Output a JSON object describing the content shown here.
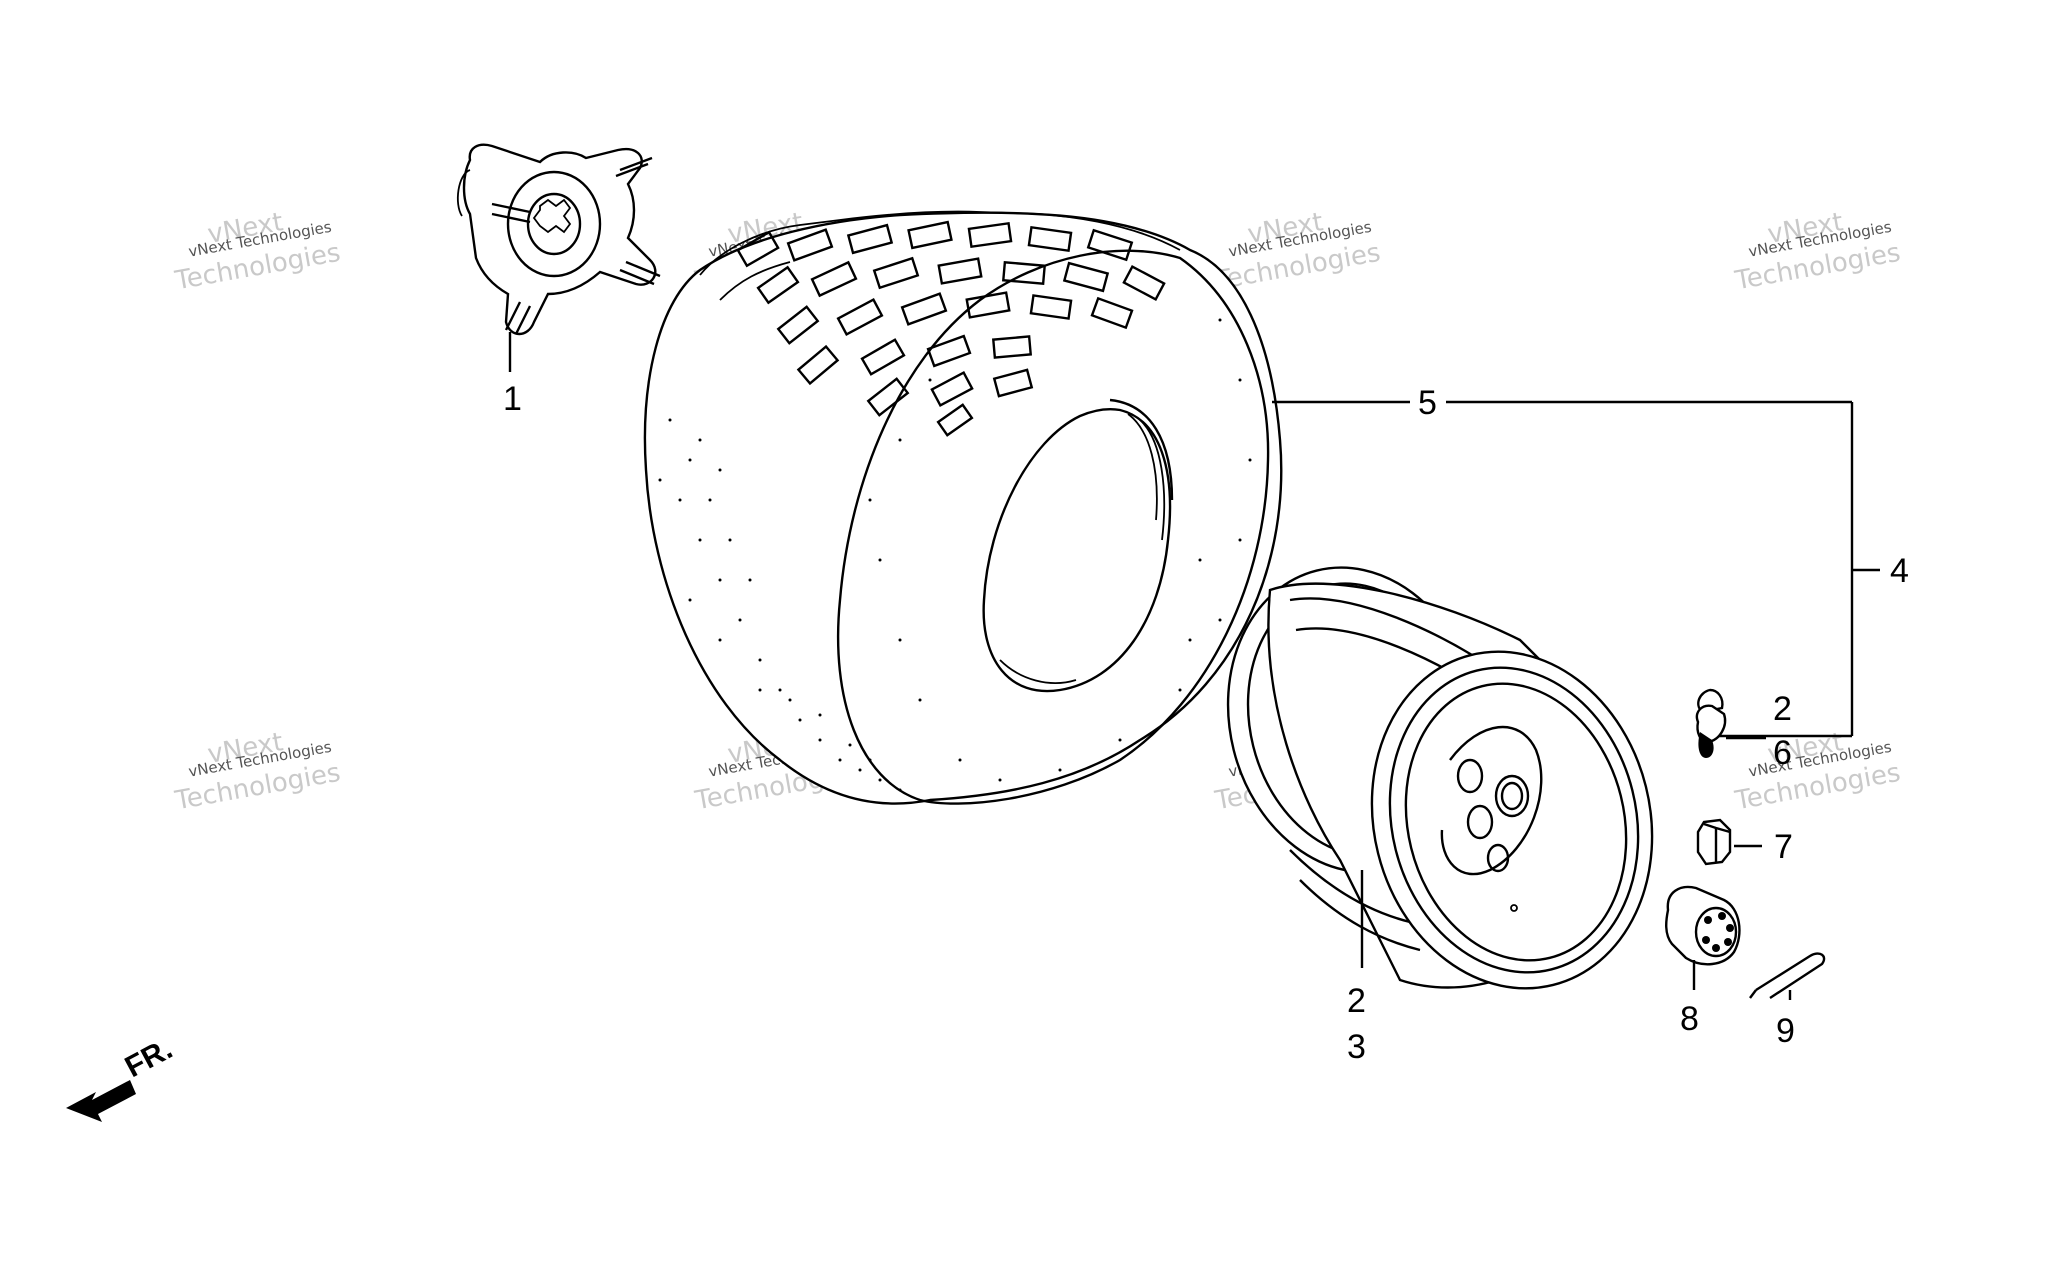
{
  "callouts": {
    "c1": "1",
    "c2a": "2",
    "c2b": "2",
    "c3": "3",
    "c4": "4",
    "c5": "5",
    "c6": "6",
    "c7": "7",
    "c8": "8",
    "c9": "9"
  },
  "direction_label": "FR.",
  "watermark": {
    "line_small": "vNext Technologies",
    "line_big_1": "vNext",
    "line_big_2": "Technologies"
  },
  "parts_shown": [
    "wheel-hub-icon",
    "tire-icon",
    "wheel-rim-icon",
    "valve-stem-icon",
    "wheel-nut-icon",
    "castle-nut-icon",
    "cotter-pin-icon",
    "front-direction-arrow-icon"
  ]
}
